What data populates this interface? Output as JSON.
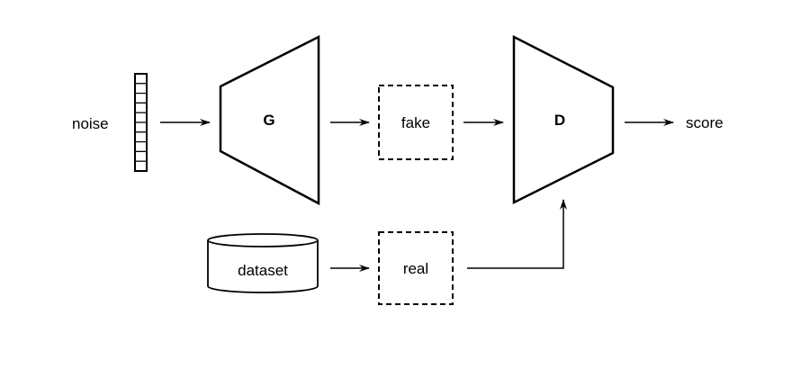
{
  "labels": {
    "noise": "noise",
    "generator": "G",
    "fake": "fake",
    "discriminator": "D",
    "score": "score",
    "dataset": "dataset",
    "real": "real"
  },
  "noise_vector": {
    "cells": 10
  }
}
